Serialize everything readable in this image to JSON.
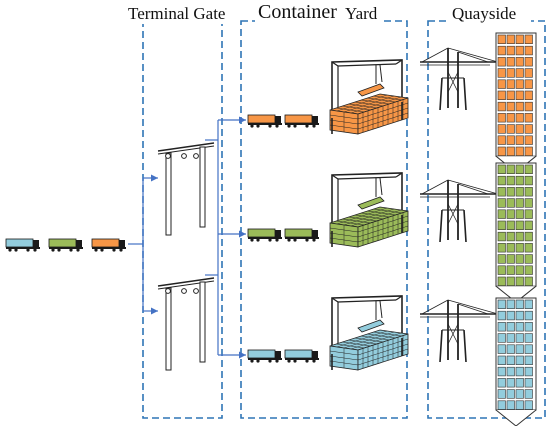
{
  "zones": {
    "gate": "Terminal Gate",
    "yard_prefix": "Container",
    "yard_suffix": "Yard",
    "quay": "Quayside"
  },
  "colors": {
    "orange": "#F79646",
    "green": "#9BBB59",
    "blue": "#93CDDD",
    "zone_border": "#2E75B6",
    "arrow": "#4472C4",
    "outline": "#1a1a1a"
  },
  "flows": [
    {
      "name": "orange-flow",
      "color_key": "orange"
    },
    {
      "name": "green-flow",
      "color_key": "green"
    },
    {
      "name": "blue-flow",
      "color_key": "blue"
    }
  ],
  "queue": [
    "blue",
    "green",
    "orange"
  ]
}
